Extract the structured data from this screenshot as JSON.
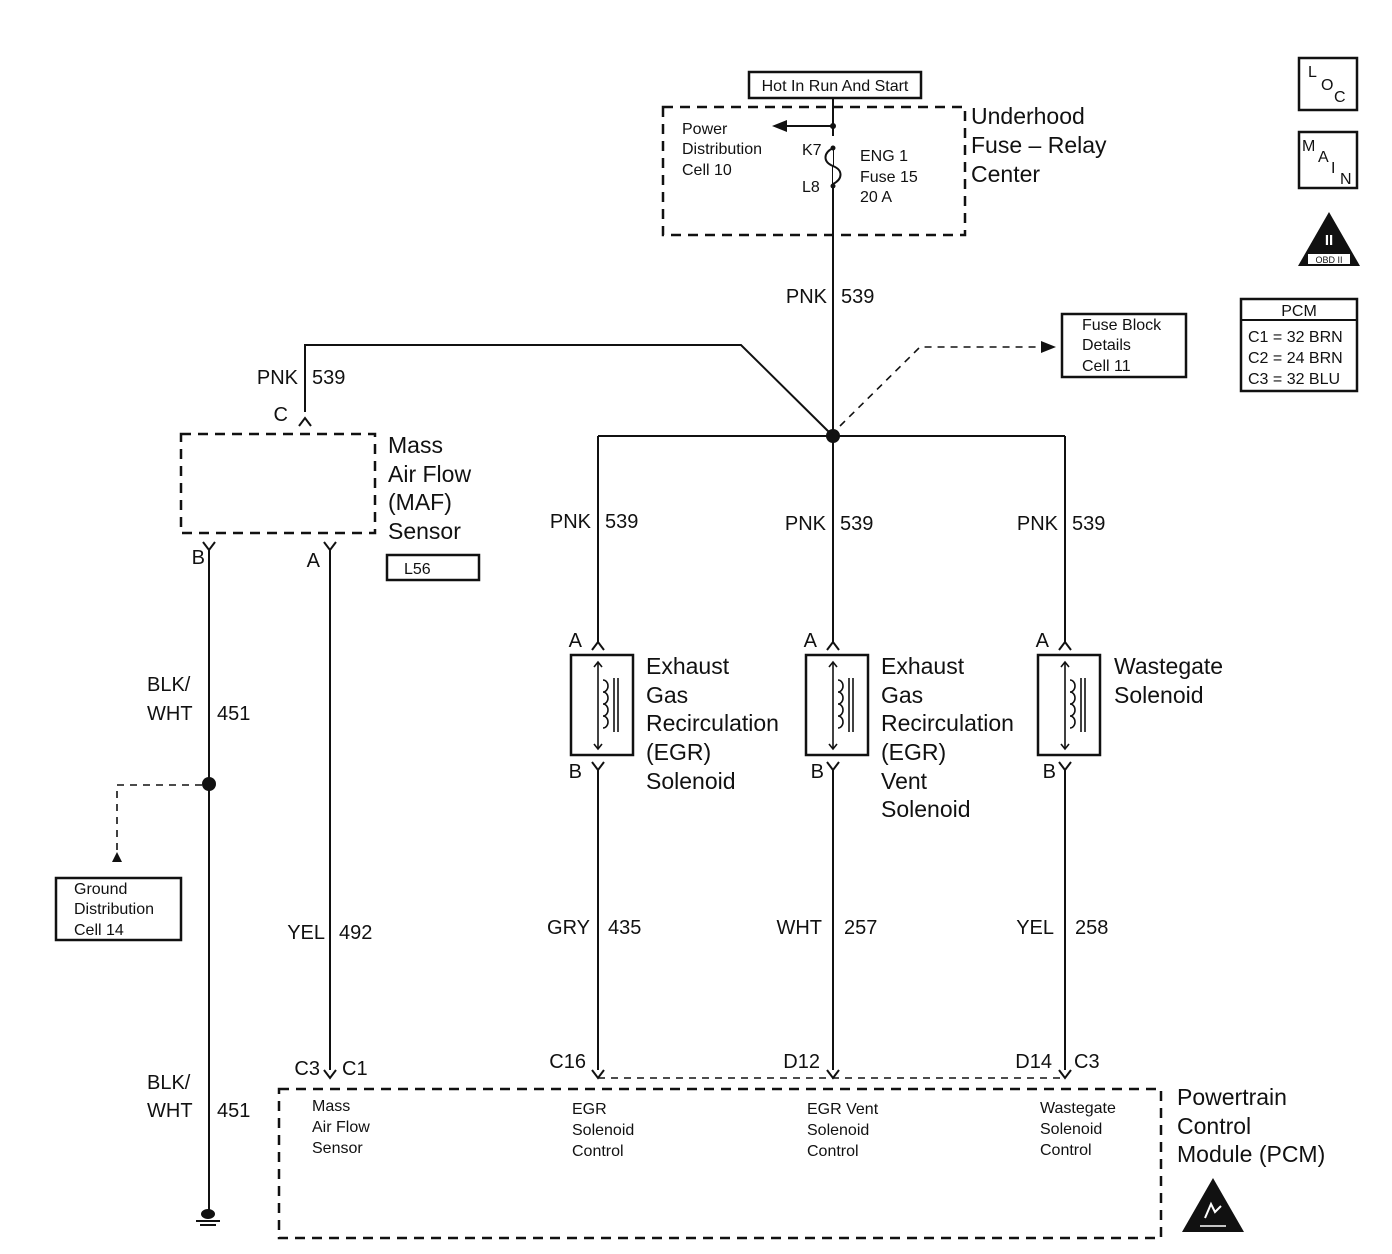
{
  "hot_label": "Hot In Run And Start",
  "fuse_center": {
    "title_lines": [
      "Underhood",
      "Fuse – Relay",
      "Center"
    ],
    "power_dist_lines": [
      "Power",
      "Distribution",
      "Cell 10"
    ],
    "terminal_top": "K7",
    "terminal_bottom": "L8",
    "fuse_lines": [
      "ENG 1",
      "Fuse 15",
      "20 A"
    ]
  },
  "icons": {
    "loc": [
      "L",
      "O",
      "C"
    ],
    "main": [
      "M",
      "A",
      "I",
      "N"
    ],
    "obd_numeral": "II",
    "obd_label": "OBD II"
  },
  "pcm_connectors": {
    "header": "PCM",
    "rows": [
      "C1 = 32 BRN",
      "C2 = 24 BRN",
      "C3 = 32 BLU"
    ]
  },
  "fuse_block_ref": [
    "Fuse Block",
    "Details",
    "Cell 11"
  ],
  "ground_ref": [
    "Ground",
    "Distribution",
    "Cell 14"
  ],
  "maf": {
    "title_lines": [
      "Mass",
      "Air Flow",
      "(MAF)",
      "Sensor"
    ],
    "option": "L56",
    "pin_c": "C",
    "pin_b": "B",
    "pin_a": "A"
  },
  "wires": {
    "main_color": "PNK",
    "main_num": "539",
    "maf_color": "PNK",
    "maf_num": "539",
    "egr_color": "PNK",
    "egr_num": "539",
    "vent_color": "PNK",
    "vent_num": "539",
    "wg_color": "PNK",
    "wg_num": "539",
    "gnd1_color_a": "BLK/",
    "gnd1_color_b": "WHT",
    "gnd1_num": "451",
    "gnd2_color_a": "BLK/",
    "gnd2_color_b": "WHT",
    "gnd2_num": "451",
    "maf_sig_color": "YEL",
    "maf_sig_num": "492",
    "egr_ctl_color": "GRY",
    "egr_ctl_num": "435",
    "vent_ctl_color": "WHT",
    "vent_ctl_num": "257",
    "wg_ctl_color": "YEL",
    "wg_ctl_num": "258"
  },
  "solenoids": {
    "egr_lines": [
      "Exhaust",
      "Gas",
      "Recirculation",
      "(EGR)",
      "Solenoid"
    ],
    "vent_lines": [
      "Exhaust",
      "Gas",
      "Recirculation",
      "(EGR)",
      "Vent",
      "Solenoid"
    ],
    "wg_lines": [
      "Wastegate",
      "Solenoid"
    ],
    "pin_a": "A",
    "pin_b": "B"
  },
  "pcm": {
    "title_lines": [
      "Powertrain",
      "Control",
      "Module (PCM)"
    ],
    "pins": {
      "maf_c3": "C3",
      "maf_c1": "C1",
      "egr": "C16",
      "vent": "D12",
      "wg_pin": "D14",
      "wg_conn": "C3"
    },
    "maf_lines": [
      "Mass",
      "Air Flow",
      "Sensor"
    ],
    "egr_lines": [
      "EGR",
      "Solenoid",
      "Control"
    ],
    "vent_lines": [
      "EGR Vent",
      "Solenoid",
      "Control"
    ],
    "wg_lines": [
      "Wastegate",
      "Solenoid",
      "Control"
    ]
  }
}
